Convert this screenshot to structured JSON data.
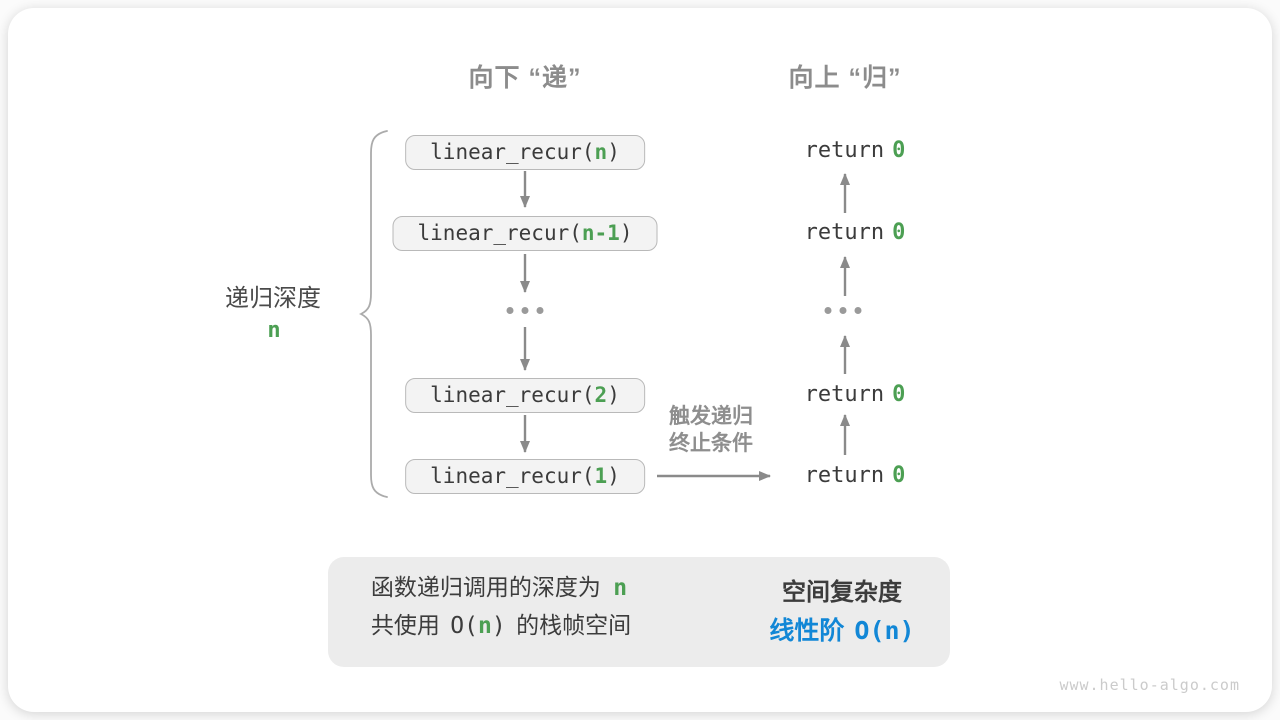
{
  "headers": {
    "down": "向下 “递”",
    "up": "向上 “归”"
  },
  "depth_label": {
    "text": "递归深度",
    "value": "n"
  },
  "calls": [
    {
      "prefix": "linear_recur(",
      "arg": "n",
      "suffix": ")"
    },
    {
      "prefix": "linear_recur(",
      "arg": "n-1",
      "suffix": ")"
    },
    {
      "prefix": "linear_recur(",
      "arg": "2",
      "suffix": ")"
    },
    {
      "prefix": "linear_recur(",
      "arg": "1",
      "suffix": ")"
    }
  ],
  "returns": [
    {
      "keyword": "return",
      "value": "0"
    },
    {
      "keyword": "return",
      "value": "0"
    },
    {
      "keyword": "return",
      "value": "0"
    },
    {
      "keyword": "return",
      "value": "0"
    }
  ],
  "trigger_label": {
    "line1": "触发递归",
    "line2": "终止条件"
  },
  "summary": {
    "left_line1_text": "函数递归调用的深度为",
    "left_line1_highlight": "n",
    "left_line2_pre": "共使用",
    "left_line2_o_open": "O(",
    "left_line2_n": "n",
    "left_line2_o_close": ")",
    "left_line2_post": "的栈帧空间",
    "right_title": "空间复杂度",
    "right_result_text": "线性阶",
    "right_result_complexity": "O(n)"
  },
  "watermark": "www.hello-algo.com",
  "colors": {
    "accent_green": "#4C9F53",
    "accent_blue": "#1287D6",
    "label_gray": "#8C8C8C"
  }
}
